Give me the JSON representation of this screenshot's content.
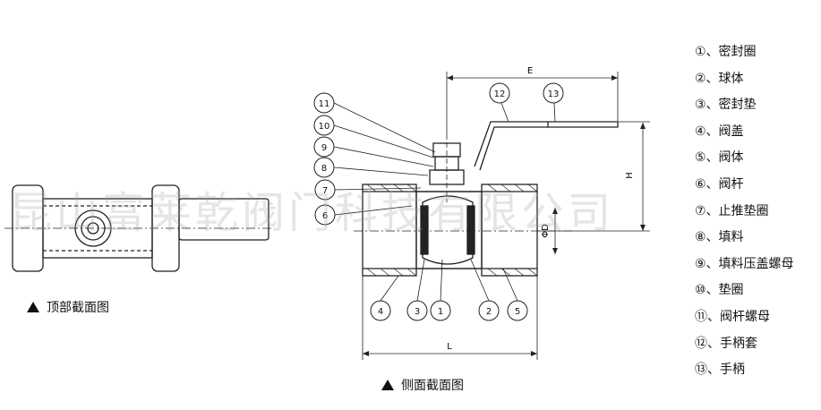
{
  "captions": {
    "top_view": "顶部截面图",
    "side_view": "侧面截面图"
  },
  "dimensions": {
    "E": "E",
    "H": "H",
    "D": "ΦD",
    "L": "L"
  },
  "callouts": [
    "11",
    "10",
    "9",
    "8",
    "7",
    "6",
    "12",
    "13",
    "4",
    "3",
    "1",
    "2",
    "5"
  ],
  "legend": [
    "①、密封圈",
    "②、球体",
    "③、密封垫",
    "④、阀盖",
    "⑤、阀体",
    "⑥、阀杆",
    "⑦、止推垫圈",
    "⑧、填料",
    "⑨、填料压盖螺母",
    "⑩、垫圈",
    "⑪、阀杆螺母",
    "⑫、手柄套",
    "⑬、手柄"
  ],
  "watermark": "昆山富莱乾阀门科技有限公司"
}
